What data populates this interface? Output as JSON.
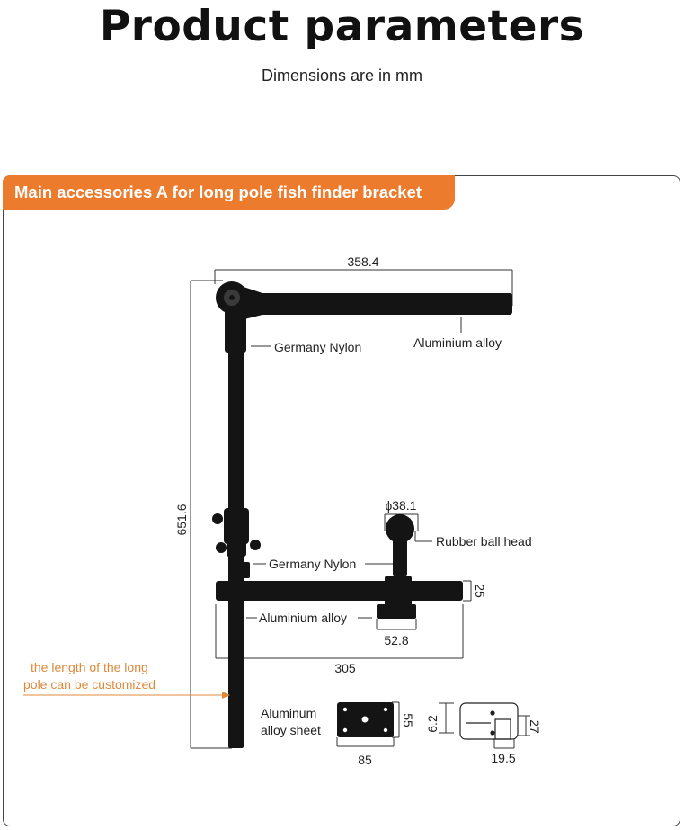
{
  "header": {
    "title": "Product parameters",
    "subtitle": "Dimensions are in mm"
  },
  "panel": {
    "banner": "Main accessories A for long pole fish finder bracket"
  },
  "diagram": {
    "dimensions": {
      "top_arm_length": "358.4",
      "overall_height": "651.6",
      "ball_diameter": "ɸ38.1",
      "lower_arm_diameter": "25",
      "base_width": "52.8",
      "lower_arm_length": "305",
      "sheet_height": "55",
      "sheet_width": "85",
      "clamp_offset": "6.2",
      "clamp_height": "27",
      "clamp_width": "19.5"
    },
    "labels": {
      "top_joint": "Germany Nylon",
      "top_arm": "Aluminium alloy",
      "ball_head": "Rubber ball head",
      "mid_joint": "Germany Nylon",
      "lower_arm": "Aluminium alloy",
      "sheet_line1": "Aluminum",
      "sheet_line2": "alloy sheet"
    },
    "note": {
      "line1": "the length of the long",
      "line2": "pole can be customized",
      "color": "#e0883a"
    },
    "colors": {
      "banner": "#ec7b2d",
      "part": "#141414"
    }
  }
}
